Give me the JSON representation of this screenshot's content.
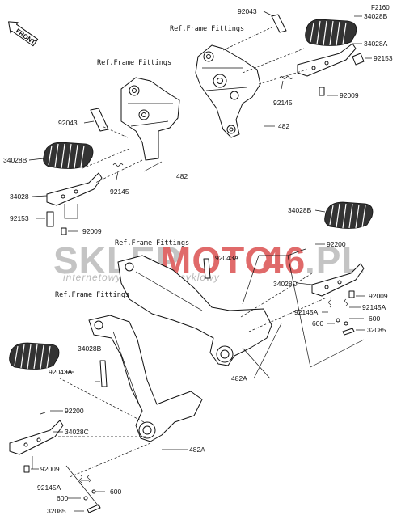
{
  "diagram": {
    "code": "F2160",
    "front_badge": "FRONT",
    "watermark": {
      "part1": "SKLEP",
      "part2": "MOTO",
      "part3": "46",
      "part4": ".PL",
      "sub": "internetowy sklep motocyklowy",
      "color_gray": "#c4c4c4",
      "color_red": "#e06a6a"
    },
    "labels": {
      "ref1": "Ref.Frame Fittings",
      "ref2": "Ref.Frame Fittings",
      "ref3": "Ref.Frame Fittings",
      "ref4": "Ref.Frame Fittings",
      "p92043_a": "92043",
      "p34028B_a": "34028B",
      "p34028A": "34028A",
      "p92153_a": "92153",
      "p92145_a": "92145",
      "p92009_a": "92009",
      "p482_a": "482",
      "p92043_b": "92043",
      "p34028B_b": "34028B",
      "p34028": "34028",
      "p92145_b": "92145",
      "p482_b": "482",
      "p92153_b": "92153",
      "p92009_b": "92009",
      "p34028B_c": "34028B",
      "p92200_a": "92200",
      "p92043A_a": "92043A",
      "p34028D": "34028D",
      "p92009_c": "92009",
      "p92145A_a": "92145A",
      "p92145A_b": "92145A",
      "p600_a": "600",
      "p600_b": "600",
      "p32085_a": "32085",
      "p482A_a": "482A",
      "p92043A_b": "92043A",
      "p34028B_d": "34028B",
      "p92200_b": "92200",
      "p34028C": "34028C",
      "p482A_b": "482A",
      "p92009_d": "92009",
      "p92145A_c": "92145A",
      "p600_c": "600",
      "p600_d": "600",
      "p32085_b": "32085"
    }
  }
}
